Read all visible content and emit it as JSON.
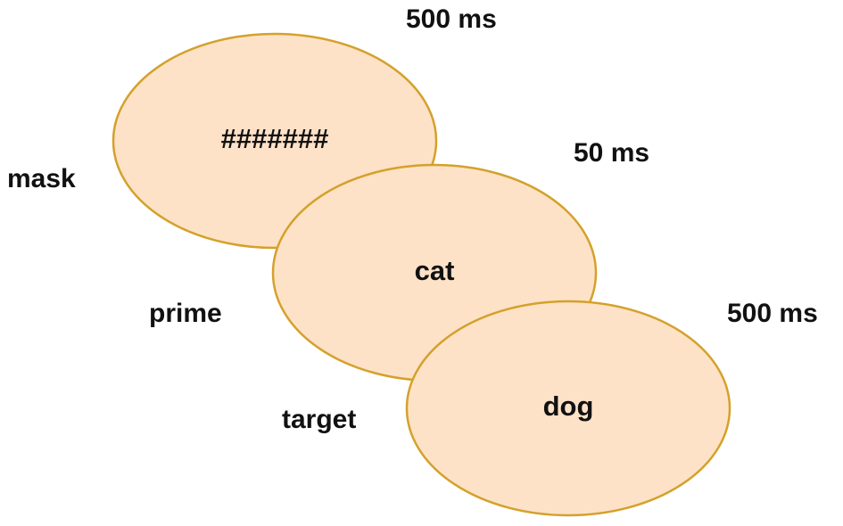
{
  "stages": [
    {
      "name": "mask",
      "stimulus": "#######",
      "duration": "500 ms"
    },
    {
      "name": "prime",
      "stimulus": "cat",
      "duration": "50 ms"
    },
    {
      "name": "target",
      "stimulus": "dog",
      "duration": "500 ms"
    }
  ],
  "colors": {
    "ellipse_fill": "#fde2c8",
    "ellipse_stroke": "#d4a12b",
    "text": "#111111"
  }
}
